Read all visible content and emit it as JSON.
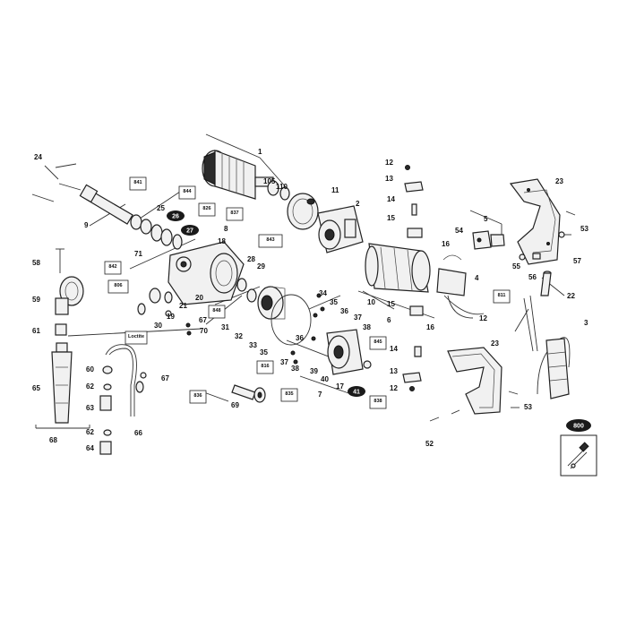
{
  "labels": {
    "l1": "1",
    "l2": "2",
    "l3": "3",
    "l4": "4",
    "l5": "5",
    "l6": "6",
    "l7": "7",
    "l9": "9",
    "l10": "10",
    "l11": "11",
    "l12a": "12",
    "l12b": "12",
    "l12c": "12",
    "l13a": "13",
    "l13b": "13",
    "l14a": "14",
    "l14b": "14",
    "l15a": "15",
    "l15b": "15",
    "l16a": "16",
    "l16b": "16",
    "l17": "17",
    "l18": "18",
    "l19": "19",
    "l20": "20",
    "l21": "21",
    "l22": "22",
    "l23a": "23",
    "l23b": "23",
    "l24": "24",
    "l25": "25",
    "l28": "28",
    "l29": "29",
    "l30": "30",
    "l31": "31",
    "l32": "32",
    "l33": "33",
    "l34": "34",
    "l35a": "35",
    "l35b": "35",
    "l36a": "36",
    "l36b": "36",
    "l37a": "37",
    "l37b": "37",
    "l38a": "38",
    "l38b": "38",
    "l39": "39",
    "l40": "40",
    "l52": "52",
    "l53a": "53",
    "l53b": "53",
    "l54": "54",
    "l55": "55",
    "l56": "56",
    "l57": "57",
    "l58": "58",
    "l59": "59",
    "l60": "60",
    "l61": "61",
    "l62a": "62",
    "l62b": "62",
    "l63": "63",
    "l64": "64",
    "l65": "65",
    "l66": "66",
    "l67a": "67",
    "l67b": "67",
    "l68": "68",
    "l69": "69",
    "l70": "70",
    "l71": "71",
    "l8": "8",
    "l105": "105",
    "l110": "110"
  },
  "bubbles": {
    "b26": "26",
    "b27": "27",
    "b41": "41",
    "b800": "800"
  },
  "tags": {
    "t841": "841",
    "t844": "844",
    "t826": "826",
    "t837": "837",
    "t842": "842",
    "t806": "806",
    "t848": "848",
    "t843": "843",
    "t811": "811",
    "t816": "816",
    "t845": "845",
    "t835": "835",
    "t838": "838",
    "t836": "836"
  },
  "loctite": "Loctite"
}
